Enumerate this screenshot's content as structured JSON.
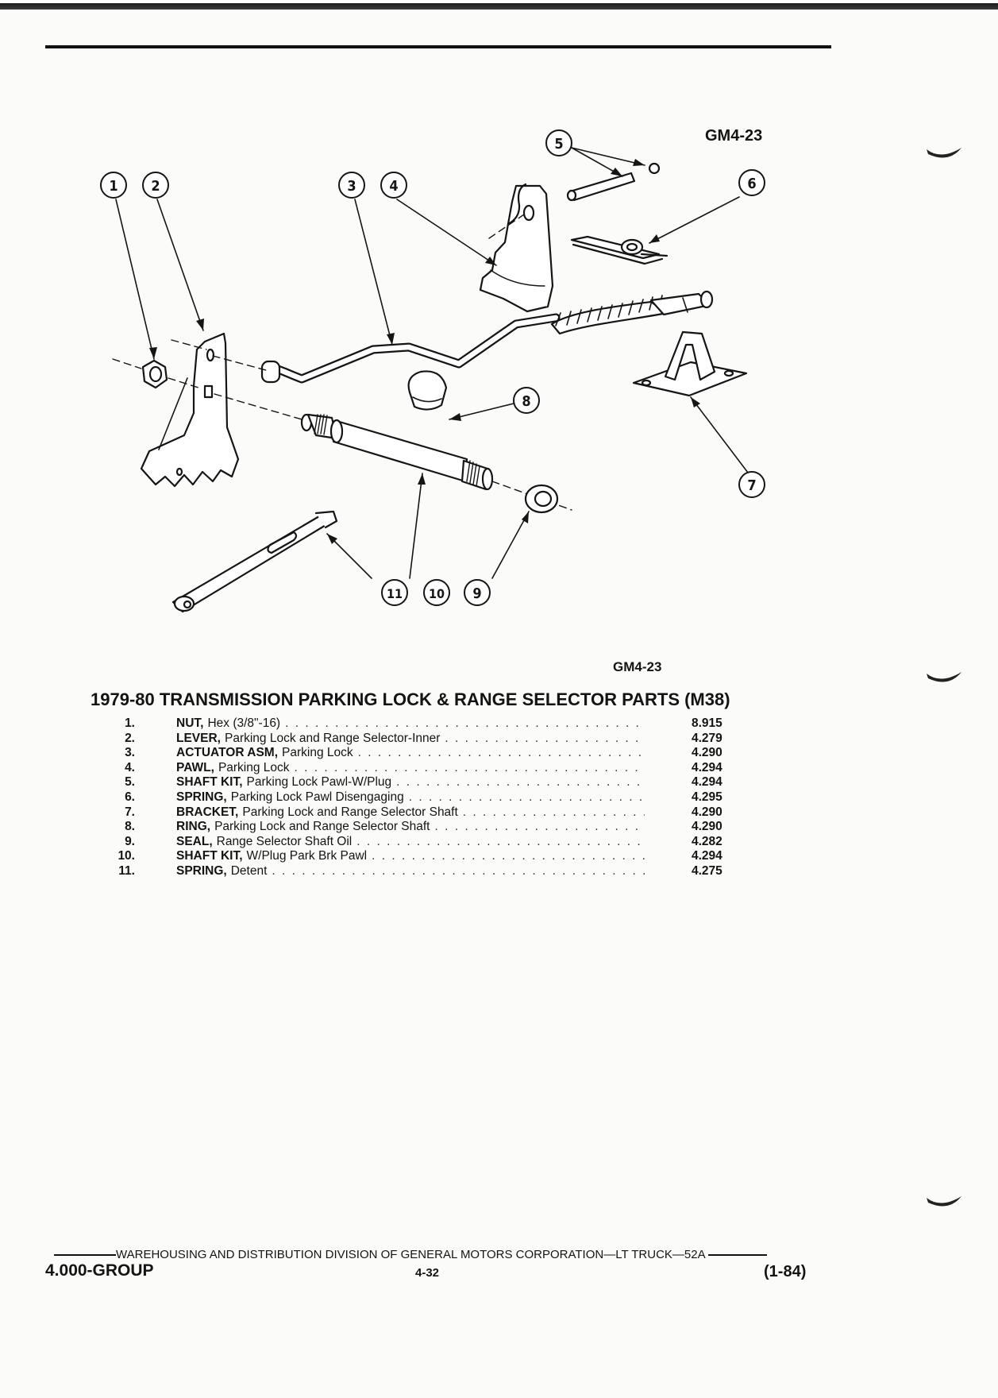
{
  "figure": {
    "id_top": "GM4-23",
    "id_bottom": "GM4-23",
    "callouts": [
      "1",
      "2",
      "3",
      "4",
      "5",
      "6",
      "7",
      "8",
      "9",
      "10",
      "11"
    ]
  },
  "title": "1979-80 TRANSMISSION PARKING LOCK & RANGE SELECTOR PARTS (M38)",
  "parts": [
    {
      "num": "1.",
      "name": "NUT,",
      "desc": "Hex (3/8\"-16)",
      "ref": "8.915"
    },
    {
      "num": "2.",
      "name": "LEVER,",
      "desc": "Parking Lock and Range Selector-Inner",
      "ref": "4.279"
    },
    {
      "num": "3.",
      "name": "ACTUATOR ASM,",
      "desc": "Parking Lock",
      "ref": "4.290"
    },
    {
      "num": "4.",
      "name": "PAWL,",
      "desc": "Parking Lock",
      "ref": "4.294"
    },
    {
      "num": "5.",
      "name": "SHAFT KIT,",
      "desc": "Parking Lock Pawl-W/Plug",
      "ref": "4.294"
    },
    {
      "num": "6.",
      "name": "SPRING,",
      "desc": "Parking Lock Pawl Disengaging",
      "ref": "4.295"
    },
    {
      "num": "7.",
      "name": "BRACKET,",
      "desc": "Parking Lock and Range Selector Shaft",
      "ref": "4.290"
    },
    {
      "num": "8.",
      "name": "RING,",
      "desc": "Parking Lock and Range Selector Shaft",
      "ref": "4.290"
    },
    {
      "num": "9.",
      "name": "SEAL,",
      "desc": "Range Selector Shaft Oil",
      "ref": "4.282"
    },
    {
      "num": "10.",
      "name": "SHAFT KIT,",
      "desc": "W/Plug Park Brk Pawl",
      "ref": "4.294"
    },
    {
      "num": "11.",
      "name": "SPRING,",
      "desc": "Detent",
      "ref": "4.275"
    }
  ],
  "footer": {
    "division": "WAREHOUSING AND DISTRIBUTION DIVISION OF GENERAL MOTORS CORPORATION—LT TRUCK—52A",
    "group": "4.000-GROUP",
    "page": "4-32",
    "date": "(1-84)"
  }
}
